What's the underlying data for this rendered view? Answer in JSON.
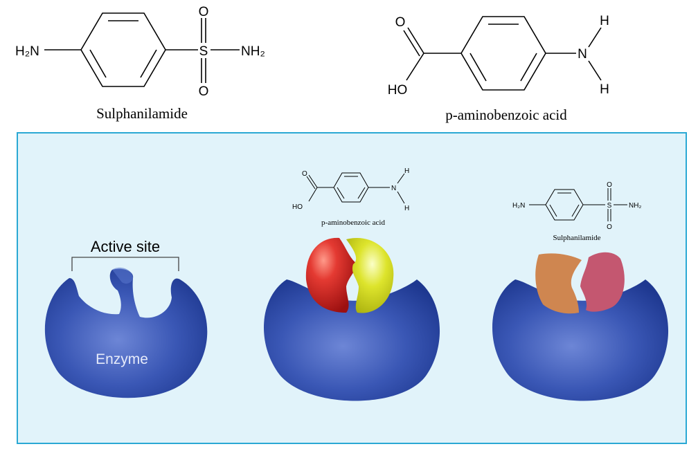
{
  "top": {
    "sulphanilamide": {
      "name": "Sulphanilamide",
      "atoms": {
        "h2n": "H₂N",
        "s": "S",
        "o_top": "O",
        "o_bottom": "O",
        "nh2": "NH₂"
      }
    },
    "paba": {
      "name": "p-aminobenzoic acid",
      "atoms": {
        "o": "O",
        "ho": "HO",
        "n": "N",
        "h_top": "H",
        "h_bottom": "H"
      }
    }
  },
  "panel": {
    "active_site_label": "Active site",
    "enzyme_label": "Enzyme",
    "small_paba": {
      "name": "p-aminobenzoic acid",
      "atoms": {
        "o": "O",
        "ho": "HO",
        "n": "N",
        "h_top": "H",
        "h_bottom": "H"
      }
    },
    "small_sulph": {
      "name": "Sulphanilamide",
      "atoms": {
        "h2n": "H₂N",
        "s": "S",
        "o_top": "O",
        "o_bottom": "O",
        "nh2": "NH₂"
      }
    }
  },
  "colors": {
    "panel_bg": "#e1f3fa",
    "panel_border": "#2aa8d4",
    "enzyme": "#3553b0",
    "paba_left": "#d42a2a",
    "paba_right": "#d6dc1e",
    "sulph_left": "#cf8650",
    "sulph_right": "#c45770"
  }
}
